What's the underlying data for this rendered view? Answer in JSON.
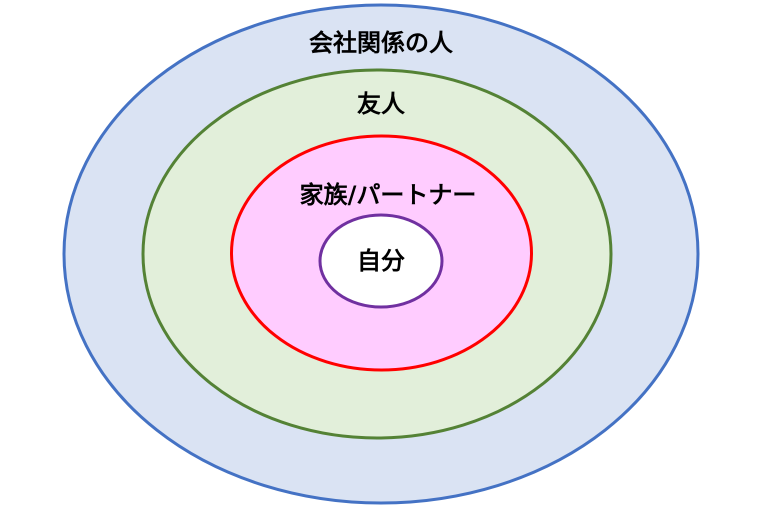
{
  "circles": [
    {
      "label": "会社関係の人",
      "fill": "#dae3f3",
      "stroke": "#4472c4"
    },
    {
      "label": "友人",
      "fill": "#e2efda",
      "stroke": "#548235"
    },
    {
      "label": "家族/パートナー",
      "fill": "#ffccff",
      "stroke": "#ff0000"
    },
    {
      "label": "自分",
      "fill": "#ffffff",
      "stroke": "#7030a0"
    }
  ]
}
